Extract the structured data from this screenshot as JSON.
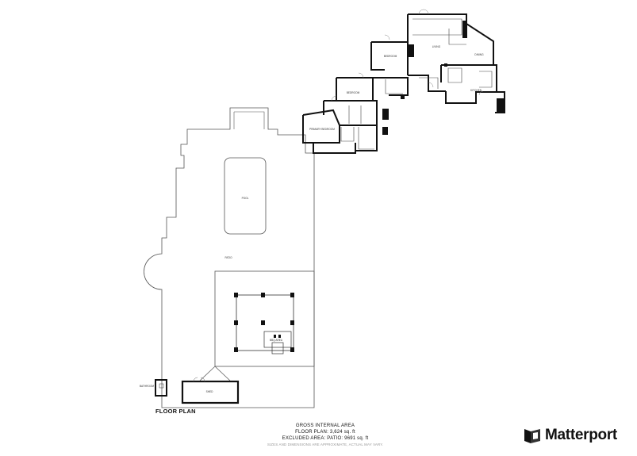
{
  "floor_plan_label": "FLOOR PLAN",
  "area": {
    "title": "GROSS INTERNAL AREA",
    "floor_plan": "FLOOR PLAN: 3,624 sq. ft",
    "excluded": "EXCLUDED AREA: PATIO: 9691 sq. ft",
    "disclaimer": "SIZES AND DIMENSIONS ARE APPROXIMATE, ACTUAL MAY VARY."
  },
  "brand": {
    "name": "Matterport",
    "icon": "matterport-logo-icon"
  },
  "rooms": {
    "pool": "POOL",
    "patio": "PATIO",
    "shed": "SHED",
    "bathroom_outbuilding": "BATHROOM",
    "living": "LIVING",
    "dining": "DINING",
    "kitchen": "KITCHEN",
    "bedroom": "BEDROOM",
    "primary_bedroom": "PRIMARY BEDROOM",
    "bbq": "BBQ AREA"
  },
  "colors": {
    "wall": "#111111",
    "line": "#555555",
    "bg": "#ffffff",
    "disclaimer": "#999999"
  }
}
